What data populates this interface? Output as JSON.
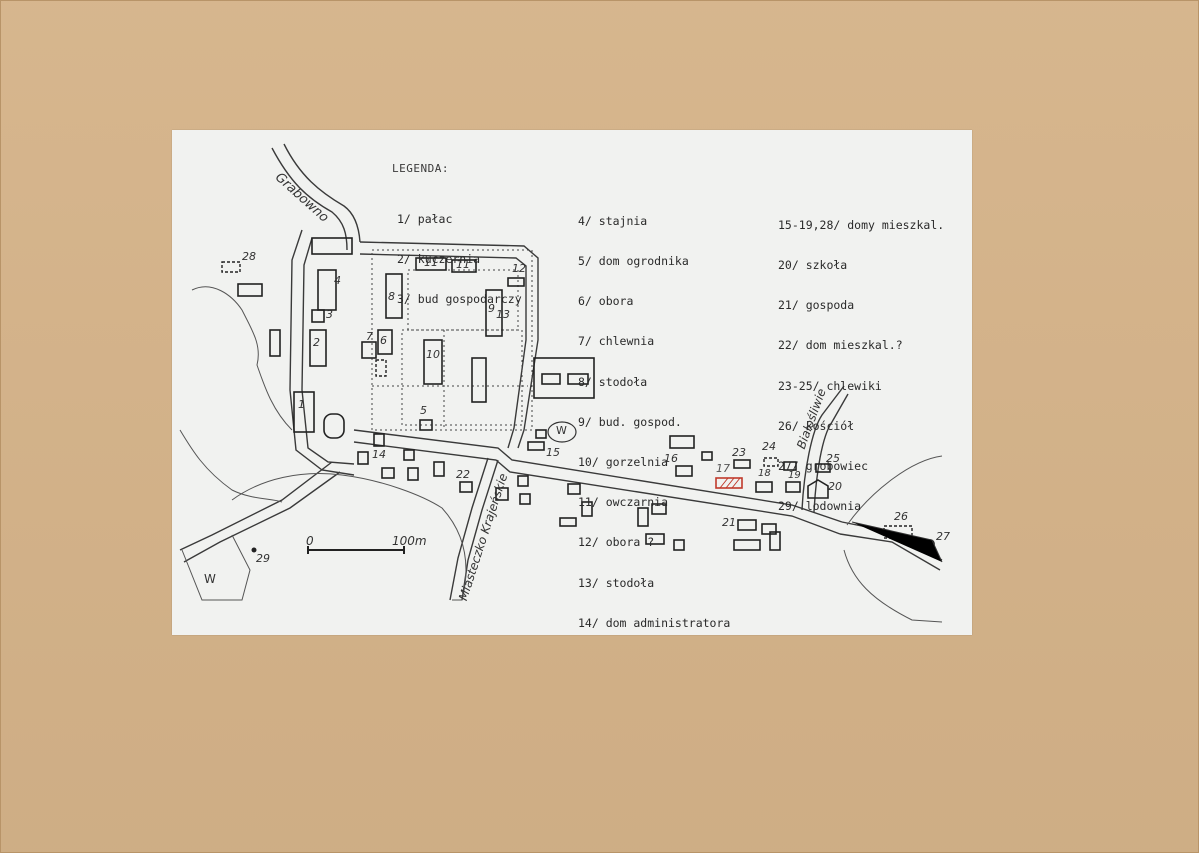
{
  "legend": {
    "title": "LEGENDA:",
    "col1": [
      "1/ pałac",
      "2/ kuczernia",
      "3/ bud gospodarczy"
    ],
    "col2": [
      "4/ stajnia",
      "5/ dom ogrodnika",
      "6/ obora",
      "7/ chlewnia",
      "8/ stodoła",
      "9/ bud. gospod.",
      "10/ gorzelnia",
      "11/ owczarnia",
      "12/ obora ?",
      "13/ stodoła",
      "14/ dom administratora"
    ],
    "col3": [
      "15-19,28/ domy mieszkal.",
      "20/ szkoła",
      "21/ gospoda",
      "22/ dom mieszkal.?",
      "23-25/ chlewiki",
      "26/ kościół",
      "27/ grobowiec",
      "29/ lodownia"
    ]
  },
  "map": {
    "roads": {
      "grabowno": "Grabowno",
      "miasteczko": "Miasteczko Krajeńskie",
      "bialosliwie": "Białośliwie"
    },
    "scale": {
      "zero": "0",
      "end": "100m"
    },
    "water_label": "W",
    "building_numbers": [
      "1",
      "2",
      "3",
      "4",
      "5",
      "6",
      "7",
      "8",
      "9",
      "10",
      "11",
      "11",
      "12",
      "13",
      "14",
      "15",
      "16",
      "17",
      "18",
      "19",
      "20",
      "21",
      "22",
      "23",
      "24",
      "25",
      "26",
      "27",
      "28",
      "29"
    ],
    "highlight_color": "#c0392b"
  }
}
